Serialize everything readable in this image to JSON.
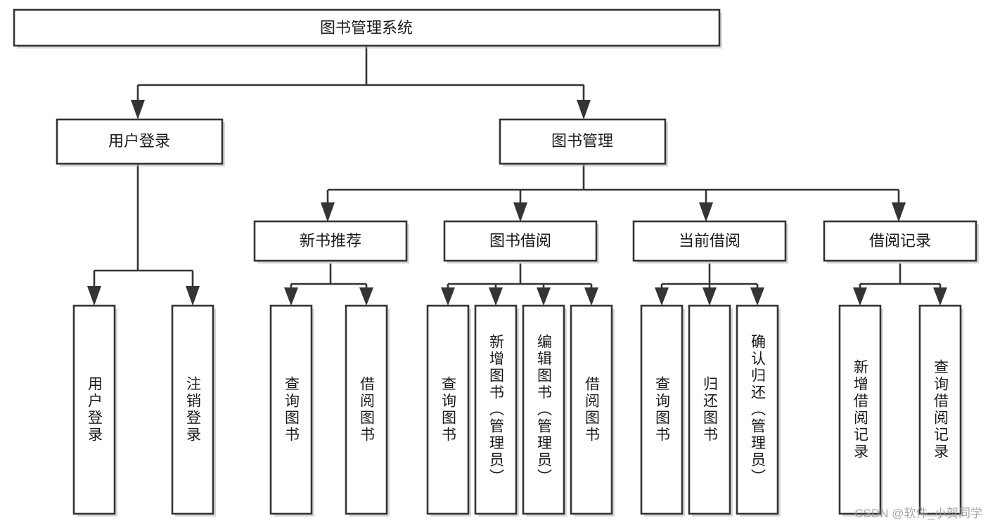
{
  "diagram": {
    "type": "tree-hierarchy",
    "title": "图书管理系统",
    "orientation": "top-down",
    "colors": {
      "box_stroke": "#343434",
      "box_fill": "#ffffff",
      "connector": "#343434",
      "text": "#1a1a1a",
      "background": "#ffffff",
      "watermark": "#9a9a9a"
    },
    "root": {
      "label": "图书管理系统"
    },
    "level2": [
      {
        "id": "user-login",
        "label": "用户登录"
      },
      {
        "id": "book-management",
        "label": "图书管理"
      }
    ],
    "level3": [
      {
        "id": "new-book-recommend",
        "label": "新书推荐",
        "parent": "book-management"
      },
      {
        "id": "book-borrow",
        "label": "图书借阅",
        "parent": "book-management"
      },
      {
        "id": "current-borrow",
        "label": "当前借阅",
        "parent": "book-management"
      },
      {
        "id": "borrow-record",
        "label": "借阅记录",
        "parent": "book-management"
      }
    ],
    "leaves": [
      {
        "id": "leaf-user-login",
        "label": "用户登录",
        "parent": "user-login"
      },
      {
        "id": "leaf-logout-login",
        "label": "注销登录",
        "parent": "user-login"
      },
      {
        "id": "leaf-query-book-1",
        "label": "查询图书",
        "parent": "new-book-recommend"
      },
      {
        "id": "leaf-borrow-book-1",
        "label": "借阅图书",
        "parent": "new-book-recommend"
      },
      {
        "id": "leaf-query-book-2",
        "label": "查询图书",
        "parent": "book-borrow"
      },
      {
        "id": "leaf-add-book",
        "label": "新增图书（管理员）",
        "parent": "book-borrow"
      },
      {
        "id": "leaf-edit-book",
        "label": "编辑图书（管理员）",
        "parent": "book-borrow"
      },
      {
        "id": "leaf-borrow-book-2",
        "label": "借阅图书",
        "parent": "book-borrow"
      },
      {
        "id": "leaf-query-book-3",
        "label": "查询图书",
        "parent": "current-borrow"
      },
      {
        "id": "leaf-return-book",
        "label": "归还图书",
        "parent": "current-borrow"
      },
      {
        "id": "leaf-confirm-return",
        "label": "确认归还（管理员）",
        "parent": "current-borrow"
      },
      {
        "id": "leaf-add-record",
        "label": "新增借阅记录",
        "parent": "borrow-record"
      },
      {
        "id": "leaf-query-record",
        "label": "查询借阅记录",
        "parent": "borrow-record"
      }
    ],
    "watermark": "CSDN @软件_小贺同学"
  }
}
